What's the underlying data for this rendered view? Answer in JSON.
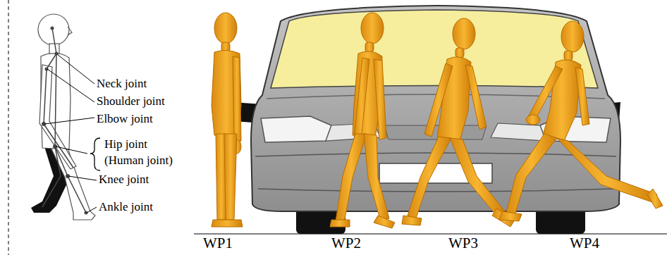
{
  "diagram": {
    "labels": [
      "Neck joint",
      "Shoulder joint",
      "Elbow joint",
      "Hip joint",
      "(Human joint)",
      "Knee joint",
      "Ankle joint",
      "WP1",
      "WP2",
      "WP3",
      "WP4"
    ]
  }
}
